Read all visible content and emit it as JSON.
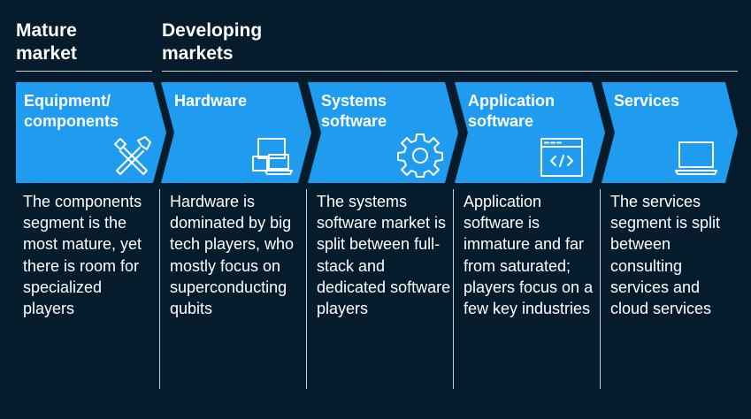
{
  "headers": {
    "mature": "Mature\nmarket",
    "developing": "Developing\nmarkets"
  },
  "segments": [
    {
      "label": "Equipment/\ncomponents",
      "icon": "tools-icon",
      "description": "The components segment is the most mature, yet there is room for specialized players"
    },
    {
      "label": "Hardware",
      "icon": "hardware-devices-icon",
      "description": "Hardware is dominated by big tech players, who mostly focus on superconducting qubits"
    },
    {
      "label": "Systems\nsoftware",
      "icon": "gear-icon",
      "description": "The systems software market is split between full-stack and dedicated software players"
    },
    {
      "label": "Application\nsoftware",
      "icon": "code-window-icon",
      "description": "Application software is immature and far from saturated; players focus on a few key industries"
    },
    {
      "label": "Services",
      "icon": "laptop-icon",
      "description": "The services segment is split between consulting services and cloud services"
    }
  ],
  "colors": {
    "background": "#051c2c",
    "chevron": "#1f9cf0",
    "text": "#ffffff",
    "divider": "#c9d1d7"
  }
}
